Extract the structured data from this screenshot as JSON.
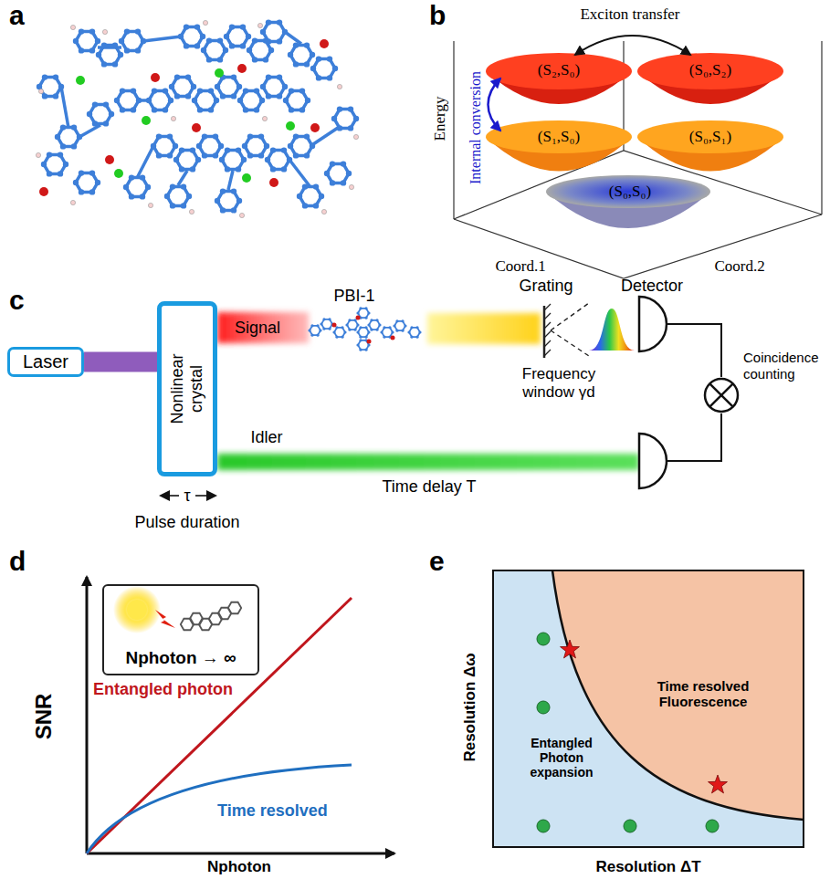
{
  "diagram": {
    "nodes": [
      {
        "text": [
          "Laser"
        ]
      },
      {
        "text": [
          "Nonlinear crystal"
        ]
      },
      {
        "text": [
          "Coincidence counting"
        ]
      },
      {
        "text": [
          "Nphoton → ∞"
        ]
      }
    ],
    "edges": [
      {
        "from": 0,
        "to": 1,
        "arrow": "none"
      }
    ],
    "labels": [
      "a",
      "b",
      "Exciton transfer",
      "(S₂,S₀)",
      "(S₀,S₂)",
      "Internal conversion",
      "(S₁,S₀)",
      "(S₀,S₁)",
      "(S₀,S₀)",
      "Energy",
      "Coord.1",
      "Coord.2",
      "c",
      "Signal",
      "PBI-1",
      "Grating",
      "Detector",
      "Frequency window γd",
      "Idler",
      "Time delay T",
      "τ",
      "Pulse duration",
      "d",
      "SNR",
      "Entangled photon",
      "Time resolved",
      "Nphoton",
      "e",
      "Resolution Δω",
      "Resolution ΔT",
      "Time resolved Fluorescence",
      "Entangled Photon expansion"
    ]
  }
}
